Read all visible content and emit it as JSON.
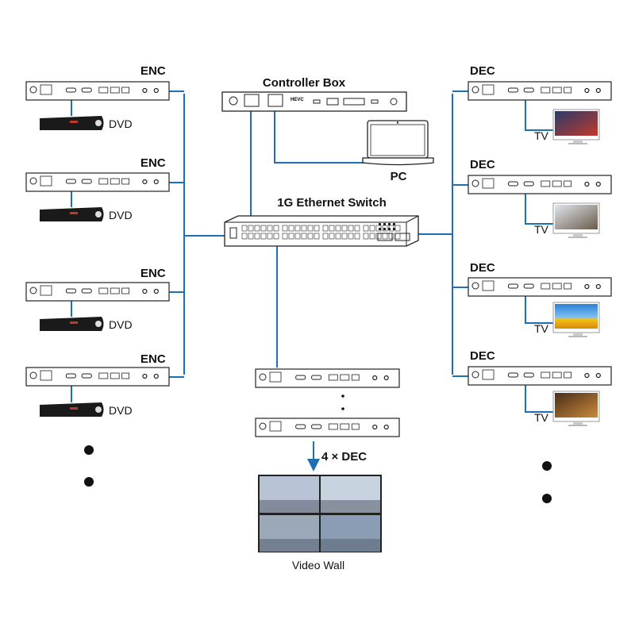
{
  "colors": {
    "link": "#1f6fb5",
    "device_outline": "#222222",
    "text": "#111111"
  },
  "controller": {
    "label": "Controller Box",
    "device_text": "HEVC"
  },
  "pc": {
    "label": "PC"
  },
  "switch": {
    "label": "1G Ethernet Switch"
  },
  "encoders": [
    {
      "label": "ENC",
      "source": "DVD"
    },
    {
      "label": "ENC",
      "source": "DVD"
    },
    {
      "label": "ENC",
      "source": "DVD"
    },
    {
      "label": "ENC",
      "source": "DVD"
    }
  ],
  "decoders": [
    {
      "label": "DEC",
      "display": "TV"
    },
    {
      "label": "DEC",
      "display": "TV"
    },
    {
      "label": "DEC",
      "display": "TV"
    },
    {
      "label": "DEC",
      "display": "TV"
    }
  ],
  "video_wall": {
    "decoder_count_label": "4 × DEC",
    "label": "Video Wall"
  }
}
